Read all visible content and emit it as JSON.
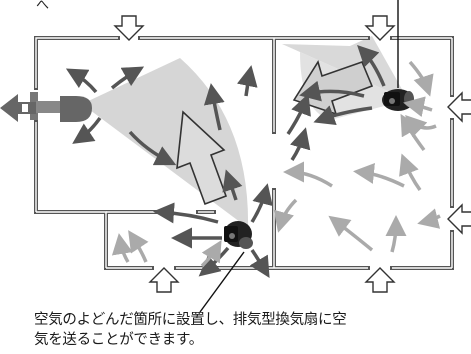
{
  "caption": {
    "line1": "空気のよどんだ箇所に設置し、排気型換気扇に空",
    "line2": "気を送ることができます。"
  },
  "top_fragment": "へ"
}
